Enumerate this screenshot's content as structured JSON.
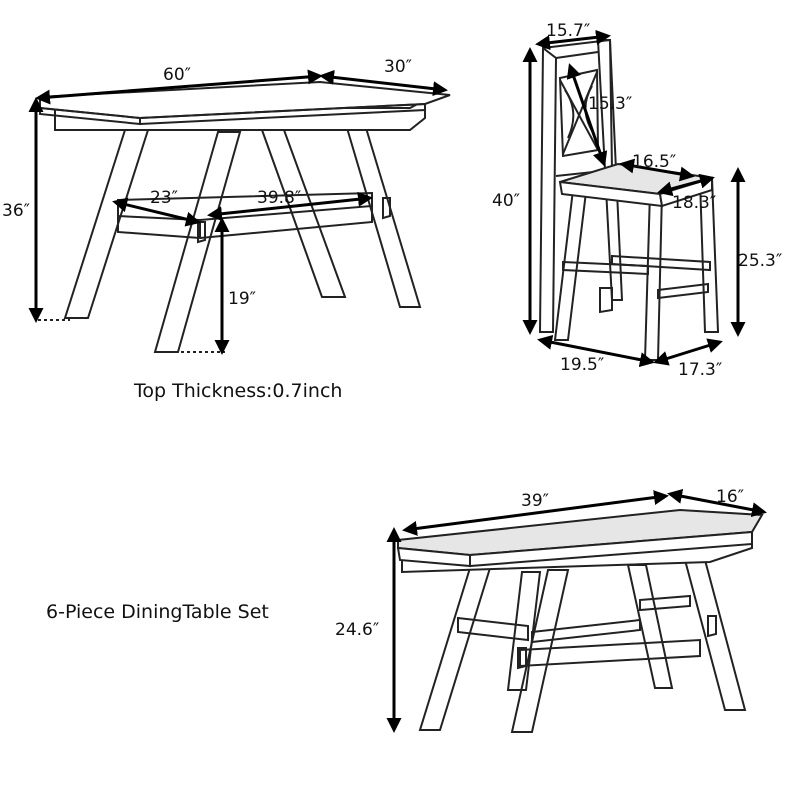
{
  "table": {
    "length": "60″",
    "width": "30″",
    "height": "36″",
    "shelf_depth": "23″",
    "shelf_length": "39.8″",
    "shelf_height": "19″",
    "top_thickness": "Top Thickness:0.7inch"
  },
  "chair": {
    "back_width": "15.7″",
    "back_height": "15.3″",
    "seat_width": "16.5″",
    "seat_depth": "18.3″",
    "height": "40″",
    "seat_height": "25.3″",
    "base_width": "19.5″",
    "base_depth": "17.3″"
  },
  "bench": {
    "length": "39″",
    "width": "16″",
    "height": "24.6″"
  },
  "set_title": "6-Piece DiningTable Set"
}
